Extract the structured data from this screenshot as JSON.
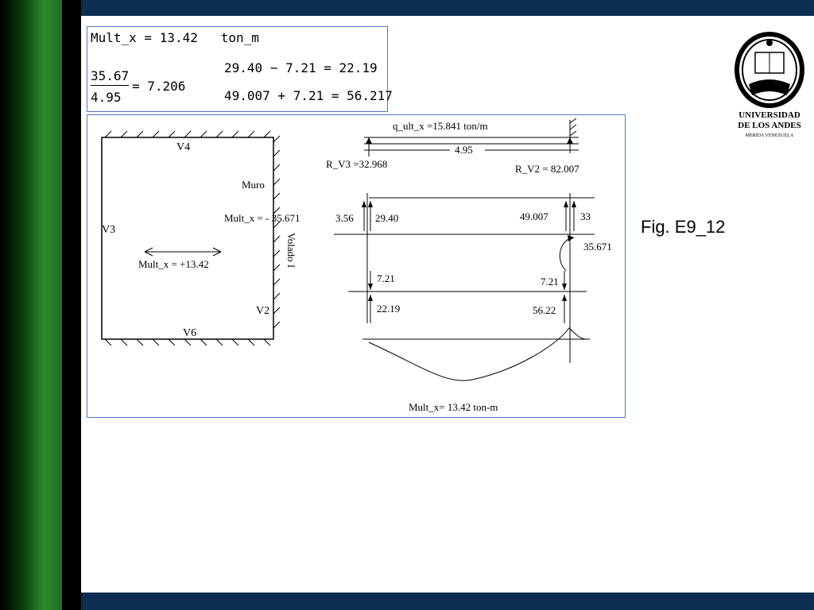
{
  "equations": {
    "line1": "Mult_x = 13.42   ton_m",
    "frac_num": "35.67",
    "frac_den": "4.95",
    "frac_result": "= 7.206",
    "line2": "29.40 − 7.21 = 22.19",
    "line3": "49.007 + 7.21 = 56.217"
  },
  "plan": {
    "v4": "V4",
    "v3": "V3",
    "v2": "V2",
    "v6": "V6",
    "muro": "Muro",
    "mult_neg": "Mult_x = - 35.671",
    "volado": "Volado I",
    "mult_pos": "Mult_x = +13.42"
  },
  "beam": {
    "load": "q_ult_x =15.841  ton/m",
    "span": "4.95",
    "r_v3": "R_V3 =32.968",
    "r_v2": "R_V2 = 82.007",
    "l_356": "3.56",
    "l_2940": "29.40",
    "l_49007": "49.007",
    "l_33": "33",
    "l_35671": "35.671",
    "l_721_left": "7.21",
    "l_721_right": "7.21",
    "l_2219": "22.19",
    "l_5622": "56.22",
    "moment_label": "Mult_x= 13.42  ton-m"
  },
  "figure": {
    "caption": "Fig. E9_12"
  },
  "logo": {
    "line1": "UNIVERSIDAD",
    "line2": "DE LOS ANDES",
    "line3": "MERIDA VENEZUELA"
  },
  "colors": {
    "band": "#0d2d52",
    "box_border": "#4a7bd0",
    "green": "#2b8a2b"
  }
}
